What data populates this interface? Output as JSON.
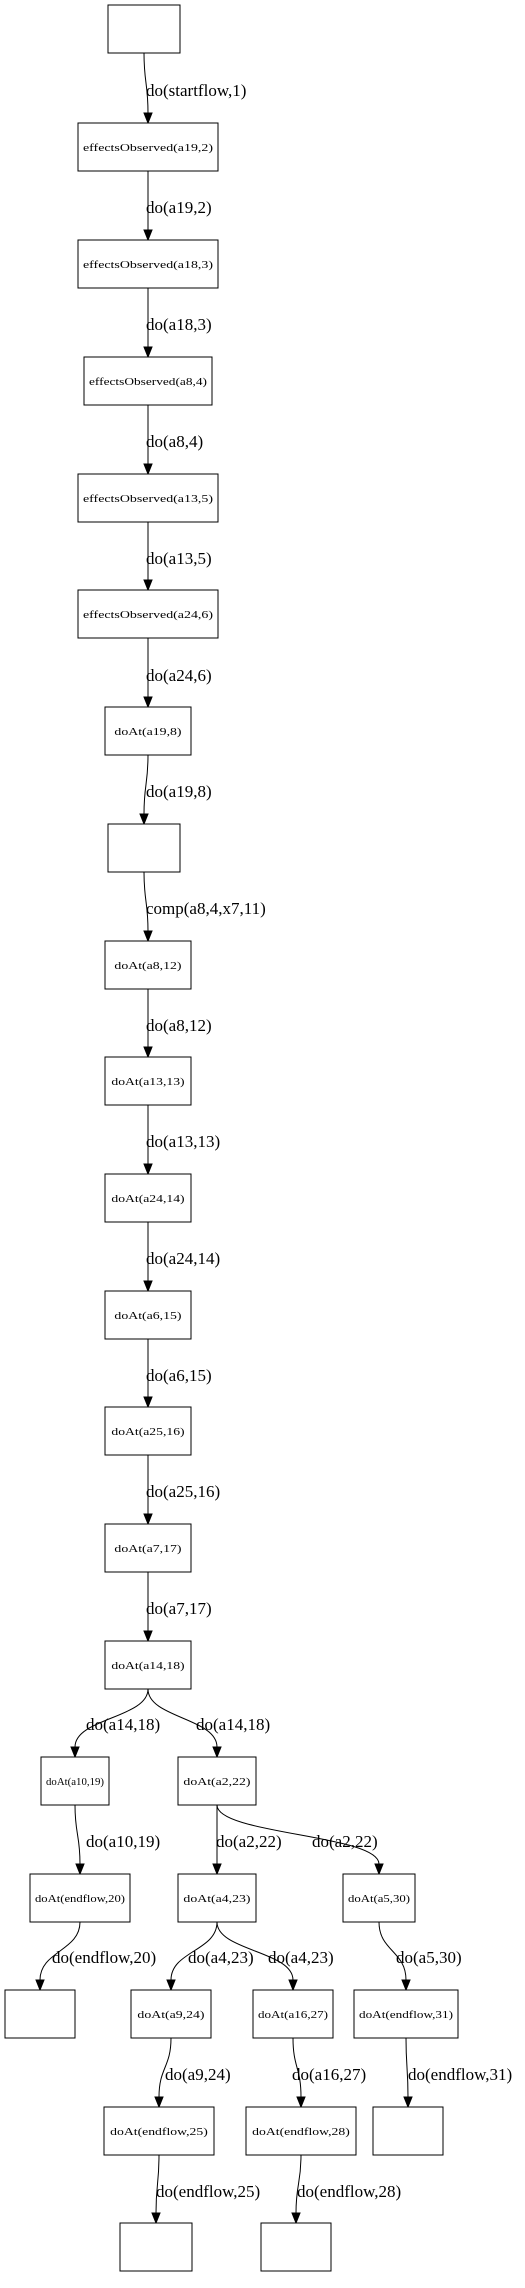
{
  "nodes": [
    {
      "id": "n0",
      "label": ""
    },
    {
      "id": "n1",
      "label": "effectsObserved(a19,2)"
    },
    {
      "id": "n2",
      "label": "effectsObserved(a18,3)"
    },
    {
      "id": "n3",
      "label": "effectsObserved(a8,4)"
    },
    {
      "id": "n4",
      "label": "effectsObserved(a13,5)"
    },
    {
      "id": "n5",
      "label": "effectsObserved(a24,6)"
    },
    {
      "id": "n6",
      "label": "doAt(a19,8)"
    },
    {
      "id": "n7",
      "label": ""
    },
    {
      "id": "n8",
      "label": "doAt(a8,12)"
    },
    {
      "id": "n9",
      "label": "doAt(a13,13)"
    },
    {
      "id": "n10",
      "label": "doAt(a24,14)"
    },
    {
      "id": "n11",
      "label": "doAt(a6,15)"
    },
    {
      "id": "n12",
      "label": "doAt(a25,16)"
    },
    {
      "id": "n13",
      "label": "doAt(a7,17)"
    },
    {
      "id": "n14",
      "label": "doAt(a14,18)"
    },
    {
      "id": "n15",
      "label": "doAt(a10,19)"
    },
    {
      "id": "n16",
      "label": "doAt(a2,22)"
    },
    {
      "id": "n17",
      "label": "doAt(endflow,20)"
    },
    {
      "id": "n18",
      "label": "doAt(a4,23)"
    },
    {
      "id": "n19",
      "label": "doAt(a5,30)"
    },
    {
      "id": "n20",
      "label": ""
    },
    {
      "id": "n21",
      "label": "doAt(a9,24)"
    },
    {
      "id": "n22",
      "label": "doAt(a16,27)"
    },
    {
      "id": "n23",
      "label": "doAt(endflow,31)"
    },
    {
      "id": "n24",
      "label": "doAt(endflow,25)"
    },
    {
      "id": "n25",
      "label": "doAt(endflow,28)"
    },
    {
      "id": "n26",
      "label": ""
    },
    {
      "id": "n27",
      "label": ""
    },
    {
      "id": "n28",
      "label": ""
    }
  ],
  "edges": [
    {
      "from": "n0",
      "to": "n1",
      "label": "do(startflow,1)"
    },
    {
      "from": "n1",
      "to": "n2",
      "label": "do(a19,2)"
    },
    {
      "from": "n2",
      "to": "n3",
      "label": "do(a18,3)"
    },
    {
      "from": "n3",
      "to": "n4",
      "label": "do(a8,4)"
    },
    {
      "from": "n4",
      "to": "n5",
      "label": "do(a13,5)"
    },
    {
      "from": "n5",
      "to": "n6",
      "label": "do(a24,6)"
    },
    {
      "from": "n6",
      "to": "n7",
      "label": "do(a19,8)"
    },
    {
      "from": "n7",
      "to": "n8",
      "label": "comp(a8,4,x7,11)"
    },
    {
      "from": "n8",
      "to": "n9",
      "label": "do(a8,12)"
    },
    {
      "from": "n9",
      "to": "n10",
      "label": "do(a13,13)"
    },
    {
      "from": "n10",
      "to": "n11",
      "label": "do(a24,14)"
    },
    {
      "from": "n11",
      "to": "n12",
      "label": "do(a6,15)"
    },
    {
      "from": "n12",
      "to": "n13",
      "label": "do(a25,16)"
    },
    {
      "from": "n13",
      "to": "n14",
      "label": "do(a7,17)"
    },
    {
      "from": "n14",
      "to": "n15",
      "label": "do(a14,18)"
    },
    {
      "from": "n14",
      "to": "n16",
      "label": "do(a14,18)"
    },
    {
      "from": "n15",
      "to": "n17",
      "label": "do(a10,19)"
    },
    {
      "from": "n16",
      "to": "n18",
      "label": "do(a2,22)"
    },
    {
      "from": "n16",
      "to": "n19",
      "label": "do(a2,22)"
    },
    {
      "from": "n17",
      "to": "n20",
      "label": "do(endflow,20)"
    },
    {
      "from": "n18",
      "to": "n21",
      "label": "do(a4,23)"
    },
    {
      "from": "n18",
      "to": "n22",
      "label": "do(a4,23)"
    },
    {
      "from": "n19",
      "to": "n23",
      "label": "do(a5,30)"
    },
    {
      "from": "n21",
      "to": "n24",
      "label": "do(a9,24)"
    },
    {
      "from": "n22",
      "to": "n25",
      "label": "do(a16,27)"
    },
    {
      "from": "n23",
      "to": "n26",
      "label": "do(endflow,31)"
    },
    {
      "from": "n24",
      "to": "n27",
      "label": "do(endflow,25)"
    },
    {
      "from": "n25",
      "to": "n28",
      "label": "do(endflow,28)"
    }
  ]
}
